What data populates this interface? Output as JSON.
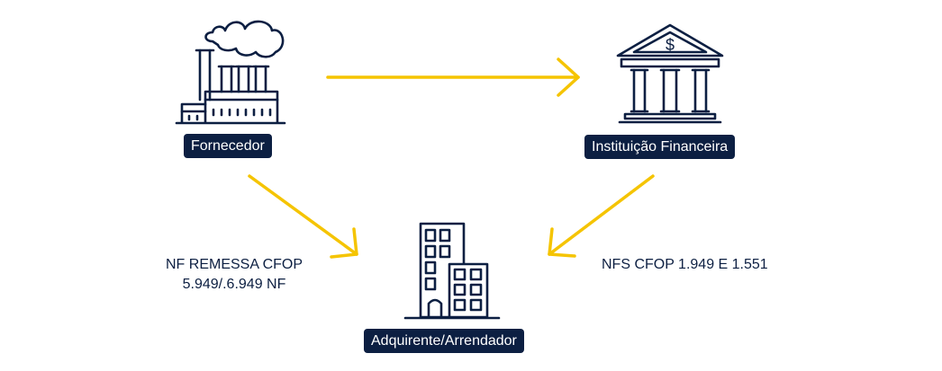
{
  "colors": {
    "navy": "#0c1f42",
    "arrow": "#f5c400",
    "white": "#ffffff"
  },
  "nodes": {
    "supplier": {
      "label": "Fornecedor",
      "icon": "factory-icon"
    },
    "bank": {
      "label": "Instituição Financeira",
      "icon": "bank-icon"
    },
    "acquirer": {
      "label": "Adquirente/Arrendador",
      "icon": "building-icon"
    }
  },
  "notes": {
    "left_line1": "NF REMESSA CFOP",
    "left_line2": "5.949/.6.949 NF",
    "right": "NFS CFOP 1.949 E 1.551"
  }
}
